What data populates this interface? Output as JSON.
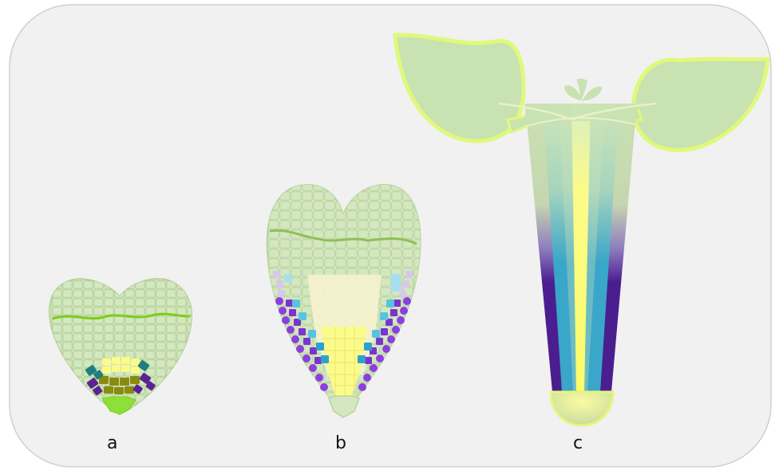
{
  "labels": {
    "a": "a",
    "b": "b",
    "c": "c"
  },
  "colors": {
    "background": "#f1f1f1",
    "border": "#cfcfcf",
    "cell_fill": "#d4e8c0",
    "cell_stroke": "#b4cf9a",
    "dark_green_line": "#8fbf5a",
    "bright_green_line": "#7ccd1a",
    "yellow": "#fbfb8a",
    "olive": "#8a8a10",
    "teal_dark": "#1f7f80",
    "purple_dark": "#5b2392",
    "purple": "#8b3fe0",
    "lavender": "#d9c6ef",
    "cyan": "#58c3e0",
    "light_blue": "#a7dfef",
    "cream": "#f4f1cf",
    "leaf_fill": "#c9e2b2",
    "leaf_stroke": "#dff97a",
    "root_yellow": "#fafa7a",
    "root_blue": "#3aa6c9",
    "root_purple": "#4a1e8f",
    "root_cap": "#e8f57a"
  },
  "icons": [
    "heart-stage-embryo",
    "torpedo-stage-embryo",
    "seedling"
  ]
}
